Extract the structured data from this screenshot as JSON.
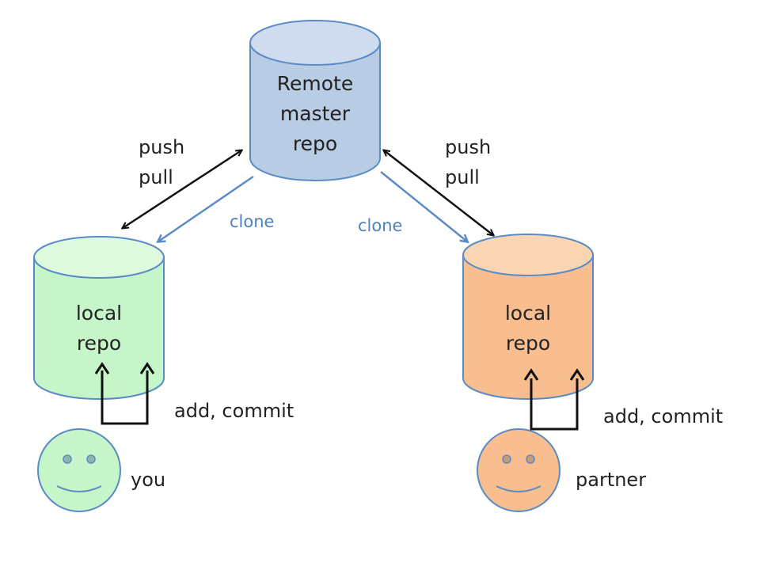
{
  "colors": {
    "remote_fill": "#b8cce4",
    "remote_top": "#cfdcee",
    "local_you_fill": "#c6f5c9",
    "local_you_top": "#ddfadf",
    "local_partner_fill": "#f8be8f",
    "local_partner_top": "#fad5b3",
    "outline": "#5b8bc6",
    "clone_arrow": "#5b8bc6",
    "push_pull_arrow": "#111111",
    "clone_text": "#4f81bd",
    "text": "#222222"
  },
  "remote_repo": {
    "lines": [
      "Remote",
      "master",
      "repo"
    ]
  },
  "local_repo_you": {
    "lines": [
      "local",
      "repo"
    ]
  },
  "local_repo_partner": {
    "lines": [
      "local",
      "repo"
    ]
  },
  "left_link": {
    "push_label": "push",
    "pull_label": "pull",
    "clone_label": "clone"
  },
  "right_link": {
    "push_label": "push",
    "pull_label": "pull",
    "clone_label": "clone"
  },
  "you": {
    "action_label": "add, commit",
    "name": "you"
  },
  "partner": {
    "action_label": "add, commit",
    "name": "partner"
  }
}
